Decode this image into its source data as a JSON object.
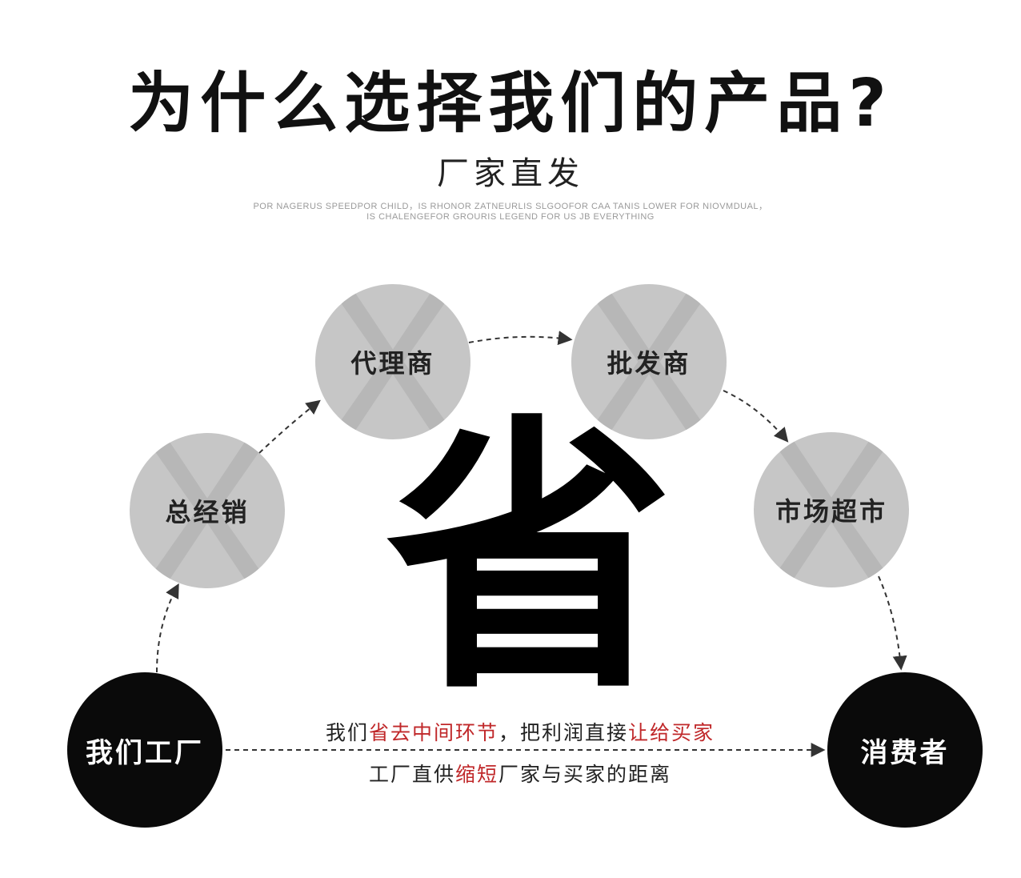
{
  "header": {
    "title": "为什么选择我们的产品?",
    "subtitle": "厂家直发",
    "tagline_lines": [
      "POR NAGERUS SPEEDPOR CHILD，IS RHONOR ZATNEURLIS SLGOOFOR CAA TANIS LOWER FOR NIOVMDUAL，",
      "IS CHALENGEFOR GROURIS LEGEND FOR US JB EVERYTHING"
    ]
  },
  "nodes": [
    {
      "id": "factory",
      "label": "我们工厂",
      "style": "black"
    },
    {
      "id": "general-distributor",
      "label": "总经销",
      "style": "grey"
    },
    {
      "id": "agent",
      "label": "代理商",
      "style": "grey"
    },
    {
      "id": "wholesaler",
      "label": "批发商",
      "style": "grey"
    },
    {
      "id": "supermarket",
      "label": "市场超市",
      "style": "grey"
    },
    {
      "id": "consumer",
      "label": "消费者",
      "style": "black"
    }
  ],
  "center": {
    "big_char": "省"
  },
  "captions": {
    "line1": [
      {
        "text": "我们",
        "highlight": false
      },
      {
        "text": "省去中间环节",
        "highlight": true
      },
      {
        "text": "，把利润直接",
        "highlight": false
      },
      {
        "text": "让给买家",
        "highlight": true
      }
    ],
    "line2": [
      {
        "text": "工厂直供",
        "highlight": false
      },
      {
        "text": "缩短",
        "highlight": true
      },
      {
        "text": "厂家与买家的距离",
        "highlight": false
      }
    ]
  },
  "colors": {
    "highlight": "#c0282a",
    "node_grey": "#c6c6c6",
    "node_black": "#0a0a0a",
    "arrow": "#333333"
  }
}
